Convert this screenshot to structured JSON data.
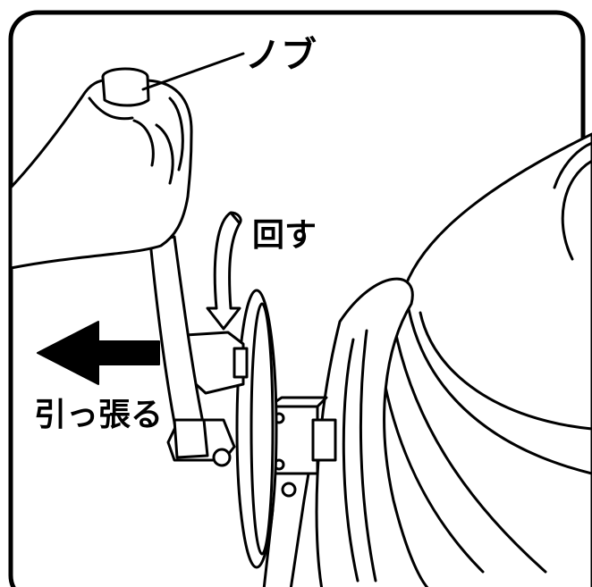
{
  "labels": {
    "knob": "ノブ",
    "rotate": "回す",
    "pull": "引っ張る"
  },
  "colors": {
    "line": "#000000",
    "background": "#ffffff"
  },
  "icons": {
    "pull_arrow": "arrow-left-icon",
    "rotate_arrow": "rotate-arrow-icon"
  }
}
